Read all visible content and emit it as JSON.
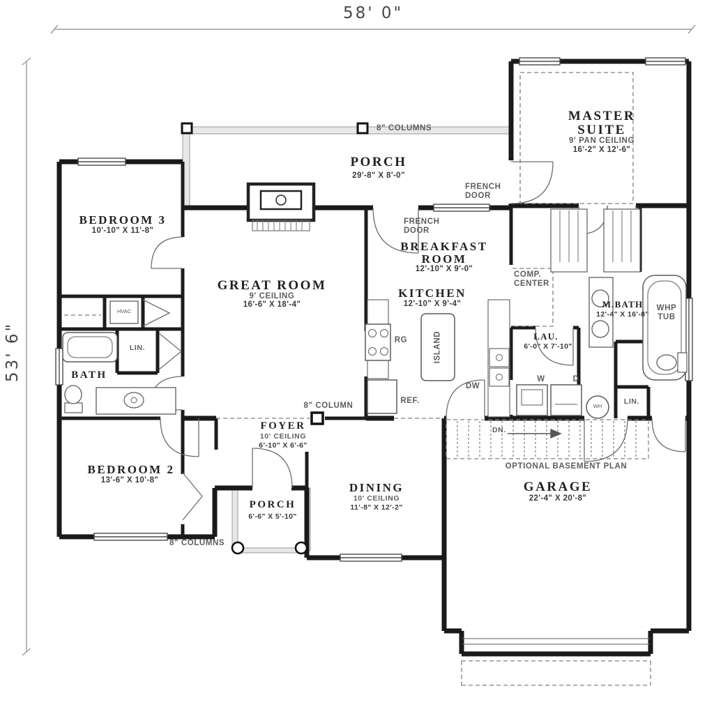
{
  "plan": {
    "overall_width": "58' 0\"",
    "overall_depth": "53' 6\"",
    "rooms": {
      "bedroom3": {
        "name": "BEDROOM 3",
        "size": "10'-10\" X 11'-8\""
      },
      "great_room": {
        "name": "GREAT ROOM",
        "ceiling": "9' CEILING",
        "size": "16'-6\" X 18'-4\""
      },
      "porch_front": {
        "name": "PORCH",
        "size": "29'-8\" X 8'-0\""
      },
      "master_suite": {
        "name_line1": "MASTER",
        "name_line2": "SUITE",
        "ceiling": "9' PAN CEILING",
        "size": "16'-2\" X 12'-6\""
      },
      "breakfast": {
        "name_line1": "BREAKFAST",
        "name_line2": "ROOM",
        "size": "12'-10\" X 9'-0\""
      },
      "kitchen": {
        "name": "KITCHEN",
        "size": "12'-10\" X 9'-4\""
      },
      "bath": {
        "name": "BATH"
      },
      "master_bath": {
        "name": "M.BATH",
        "size": "12'-4\" X 16'-8\""
      },
      "laundry": {
        "name": "LAU.",
        "size": "6'-0\" X 7'-10\""
      },
      "bedroom2": {
        "name": "BEDROOM 2",
        "size": "13'-6\" X 10'-8\""
      },
      "foyer": {
        "name": "FOYER",
        "ceiling": "10' CEILING",
        "size": "6'-10\" X 6'-6\""
      },
      "dining": {
        "name": "DINING",
        "ceiling": "10' CEILING",
        "size": "11'-8\" X 12'-2\""
      },
      "porch_entry": {
        "name": "PORCH",
        "size": "6'-6\" X 5'-10\""
      },
      "garage": {
        "name": "GARAGE",
        "size": "22'-4\" X 20'-8\""
      }
    },
    "annotations": {
      "columns_top": "8\" COLUMNS",
      "column_single": "8\" COLUMN",
      "columns_bottom": "8\" COLUMNS",
      "french_door_line1": "FRENCH",
      "french_door_line2": "DOOR",
      "comp_center_line1": "COMP.",
      "comp_center_line2": "CENTER",
      "optional_basement": "OPTIONAL BASEMENT PLAN",
      "down": "DN.",
      "whp_tub_line1": "WHP",
      "whp_tub_line2": "TUB",
      "linen_hall": "LIN.",
      "linen_master": "LIN.",
      "hvac": "HVAC",
      "island": "ISLAND",
      "range": "RG",
      "refrigerator": "REF.",
      "dishwasher": "DW",
      "washer": "W",
      "dryer": "D",
      "water_heater": "WH"
    }
  }
}
